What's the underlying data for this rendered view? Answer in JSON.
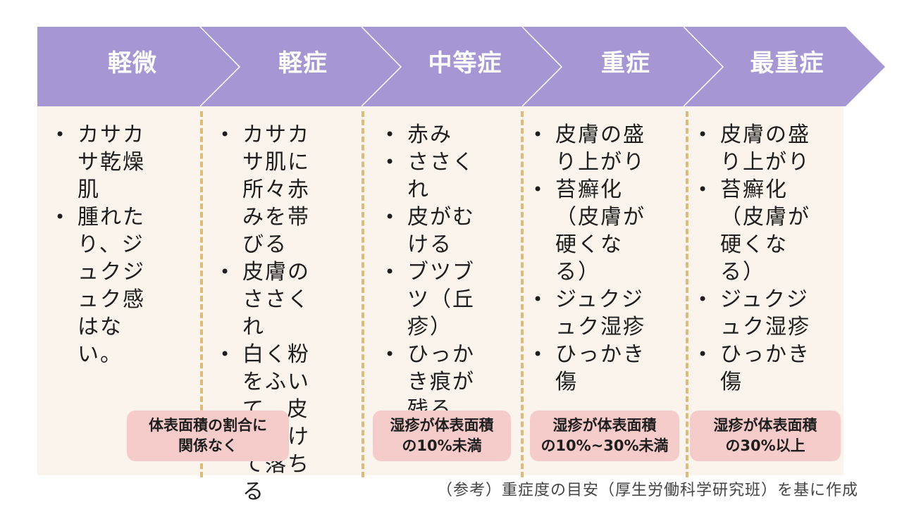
{
  "colors": {
    "chevron_fill": "#a696d3",
    "chevron_line": "#ffffff",
    "panel_bg": "#fbf4ec",
    "divider": "#dcbc7c",
    "badge_bg": "#f6cccb"
  },
  "stages": [
    {
      "title": "軽微",
      "items": [
        "カサカサ乾燥肌",
        "腫れたり、ジュクジュク感はない。"
      ],
      "badge": ""
    },
    {
      "title": "軽症",
      "items": [
        "カサカサ肌に所々赤みを帯びる",
        "皮膚のささくれ",
        "白く粉をふいて、皮がむけて落ちる"
      ],
      "badge": "体表面積の割合に\n関係なく"
    },
    {
      "title": "中等症",
      "items": [
        "赤み",
        "ささくれ",
        "皮がむける",
        "ブツブツ（丘疹）",
        "ひっかき痕が残る"
      ],
      "badge": "湿疹が体表面積\nの10%未満"
    },
    {
      "title": "重症",
      "items": [
        "皮膚の盛り上がり",
        "苔癬化（皮膚が硬くなる）",
        "ジュクジュク湿疹",
        "ひっかき傷"
      ],
      "badge": "湿疹が体表面積\nの10%~30%未満"
    },
    {
      "title": "最重症",
      "items": [
        "皮膚の盛り上がり",
        "苔癬化（皮膚が硬くなる）",
        "ジュクジュク湿疹",
        "ひっかき傷"
      ],
      "badge": "湿疹が体表面積\nの30%以上"
    }
  ],
  "footer": {
    "note": "（参考）重症度の目安（厚生労働科学研究班）を基に作成"
  }
}
